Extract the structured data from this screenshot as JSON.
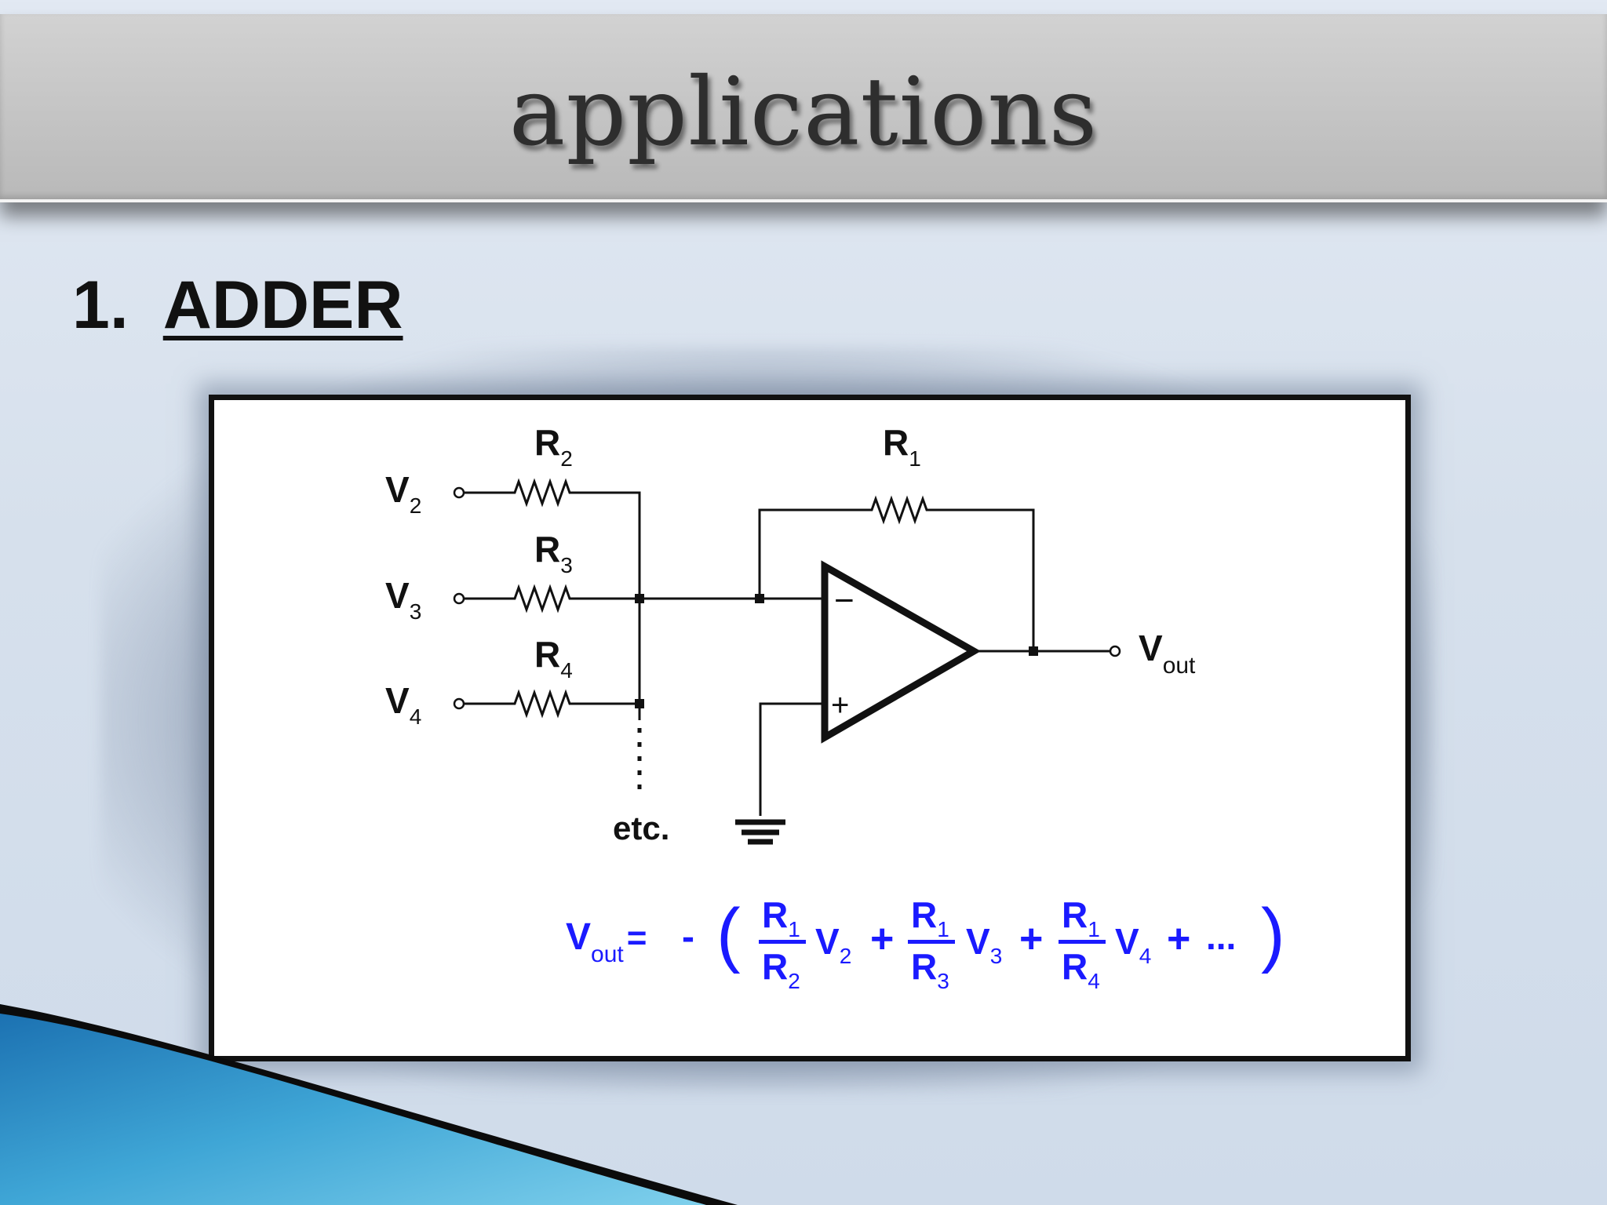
{
  "slide": {
    "title": "applications",
    "section_number": "1.",
    "section_label": "ADDER"
  },
  "circuit": {
    "inputs": [
      {
        "label": "V",
        "sub": "2",
        "resistor": "R",
        "resistor_sub": "2"
      },
      {
        "label": "V",
        "sub": "3",
        "resistor": "R",
        "resistor_sub": "3"
      },
      {
        "label": "V",
        "sub": "4",
        "resistor": "R",
        "resistor_sub": "4"
      }
    ],
    "feedback": {
      "label": "R",
      "sub": "1"
    },
    "output": {
      "label": "V",
      "sub": "out"
    },
    "minus_sign": "−",
    "plus_sign": "+",
    "continuation": "etc."
  },
  "formula": {
    "lhs": "V",
    "lhs_sub": "out",
    "equals": "=",
    "neg": "-",
    "open_paren": "(",
    "close_paren": ")",
    "terms": [
      {
        "num": "R",
        "num_sub": "1",
        "den": "R",
        "den_sub": "2",
        "var": "V",
        "var_sub": "2"
      },
      {
        "num": "R",
        "num_sub": "1",
        "den": "R",
        "den_sub": "3",
        "var": "V",
        "var_sub": "3"
      },
      {
        "num": "R",
        "num_sub": "1",
        "den": "R",
        "den_sub": "4",
        "var": "V",
        "var_sub": "4"
      }
    ],
    "plus": "+",
    "ellipsis": "..."
  },
  "colors": {
    "formula": "#1a1aff",
    "circuit": "#111111"
  }
}
